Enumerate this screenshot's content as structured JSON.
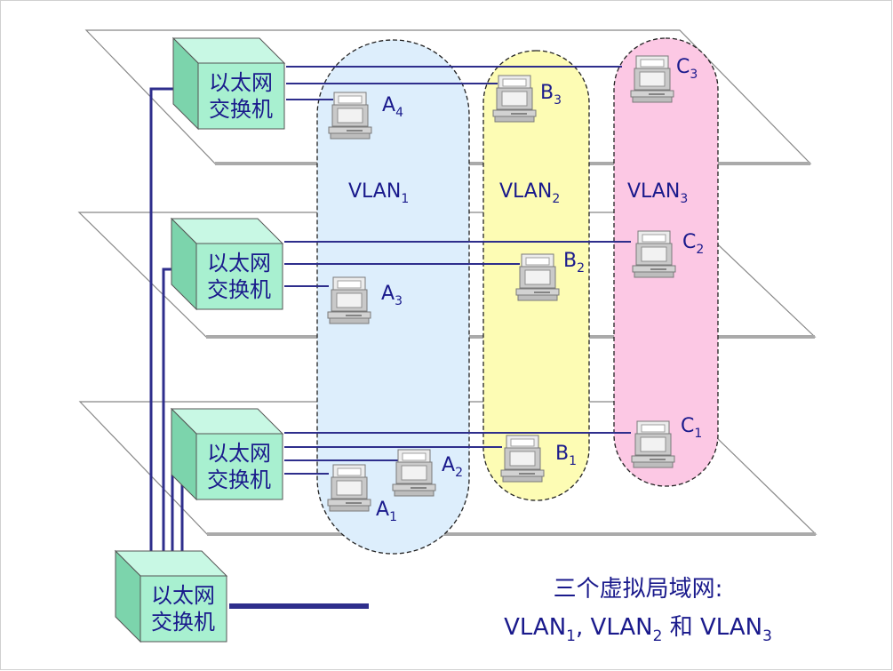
{
  "switch": {
    "line1": "以太网",
    "line2": "交换机"
  },
  "vlans": [
    {
      "id": "vlan1",
      "label": "VLAN",
      "sub": "1",
      "fill": "#ddeefc"
    },
    {
      "id": "vlan2",
      "label": "VLAN",
      "sub": "2",
      "fill": "#fdfcb4"
    },
    {
      "id": "vlan3",
      "label": "VLAN",
      "sub": "3",
      "fill": "#fcc8e4"
    }
  ],
  "hosts": [
    {
      "id": "a4",
      "letter": "A",
      "sub": "4"
    },
    {
      "id": "b3",
      "letter": "B",
      "sub": "3"
    },
    {
      "id": "c3",
      "letter": "C",
      "sub": "3"
    },
    {
      "id": "a3",
      "letter": "A",
      "sub": "3"
    },
    {
      "id": "b2",
      "letter": "B",
      "sub": "2"
    },
    {
      "id": "c2",
      "letter": "C",
      "sub": "2"
    },
    {
      "id": "a1",
      "letter": "A",
      "sub": "1"
    },
    {
      "id": "a2",
      "letter": "A",
      "sub": "2"
    },
    {
      "id": "b1",
      "letter": "B",
      "sub": "1"
    },
    {
      "id": "c1",
      "letter": "C",
      "sub": "1"
    }
  ],
  "caption": {
    "line1": "三个虚拟局域网:",
    "v1": "VLAN",
    "s1": "1",
    "sep1": ", ",
    "v2": "VLAN",
    "s2": "2",
    "and": " 和 ",
    "v3": "VLAN",
    "s3": "3"
  },
  "colors": {
    "line": "#2e2e8c",
    "switch_front": "#a8f0d0",
    "switch_top": "#c8f8e4",
    "switch_side": "#7cd4ac",
    "text": "#1a1a8c"
  }
}
